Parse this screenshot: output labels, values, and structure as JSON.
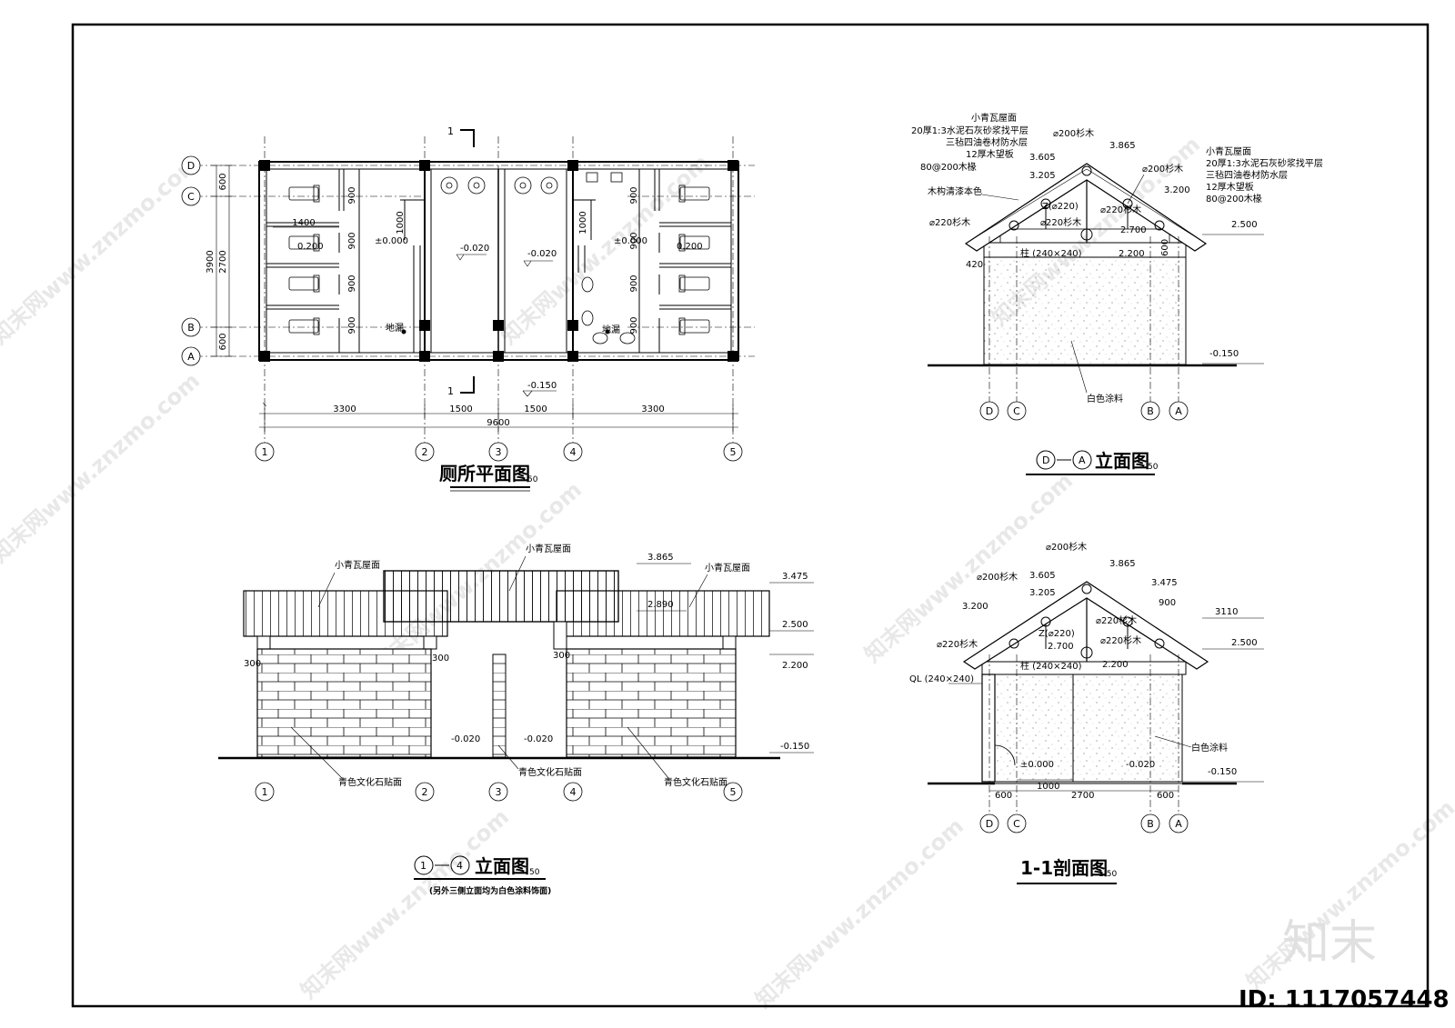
{
  "plan": {
    "title": "厕所平面图",
    "scale": "50",
    "grid_rows": [
      "D",
      "C",
      "B",
      "A"
    ],
    "grid_cols": [
      "1",
      "2",
      "3",
      "4",
      "5"
    ],
    "section_mark": "1",
    "dims_bottom": [
      "3300",
      "1500",
      "1500",
      "3300"
    ],
    "dim_total": "9600",
    "dims_left": [
      "600",
      "2700",
      "600"
    ],
    "dim_left_total": "3900",
    "dim_1400": "1400",
    "dims_stalls": [
      "900",
      "900",
      "900",
      "900"
    ],
    "dim_1000": "1000",
    "elev_0000": "±0.000",
    "elev_m020": "-0.020",
    "elev_0200": "0.200",
    "elev_m150": "-0.150",
    "drain": "地漏"
  },
  "da": {
    "title": "立面图",
    "from": "D",
    "to": "A",
    "scale": "50",
    "notes_top": [
      "小青瓦屋面",
      "20厚1:3水泥石灰砂浆找平层",
      "三毡四油卷材防水层",
      "12厚木望板",
      "80@200木椽"
    ],
    "notes_right": [
      "小青瓦屋面",
      "20厚1:3水泥石灰砂浆找平层",
      "三毡四油卷材防水层",
      "12厚木望板",
      "80@200木椽"
    ],
    "labels": {
      "fir200a": "⌀200杉木",
      "fir200b": "⌀200杉木",
      "fir220a": "⌀220杉木",
      "fir220b": "⌀220杉木",
      "fir220c": "⌀220杉木",
      "z": "Z(⌀220)",
      "wood": "木构清漆本色",
      "col": "柱 (240×240)",
      "white": "白色涂料"
    },
    "elevs": [
      "3.865",
      "3.605",
      "3.205",
      "3.200",
      "2.700",
      "2.500",
      "2.200",
      "-0.150"
    ],
    "dims": [
      "420",
      "600"
    ],
    "axes": [
      "D",
      "C",
      "B",
      "A"
    ]
  },
  "e14": {
    "title": "立面图",
    "from": "1",
    "to": "4",
    "scale": "50",
    "note": "(另外三侧立面均为白色涂料饰面)",
    "roof": "小青瓦屋面",
    "stone": "青色文化石贴面",
    "elevs": [
      "3.865",
      "3.475",
      "2.890",
      "2.500",
      "2.200",
      "-0.020",
      "-0.020",
      "-0.150"
    ],
    "dims": [
      "300",
      "300",
      "300"
    ],
    "axes": [
      "1",
      "2",
      "3",
      "4",
      "5"
    ]
  },
  "sec": {
    "title": "1-1剖面图",
    "scale": "1:50",
    "labels": {
      "fir200a": "⌀200杉木",
      "fir200b": "⌀200杉木",
      "fir220a": "⌀220杉木",
      "fir220b": "⌀220杉木",
      "fir220c": "⌀220杉木",
      "z": "Z(⌀220)",
      "col": "柱 (240×240)",
      "ql": "QL (240×240)",
      "white": "白色涂料"
    },
    "elevs": [
      "3.865",
      "3.605",
      "3.475",
      "3.205",
      "3.200",
      "3110",
      "2.700",
      "2.500",
      "2.200",
      "±0.000",
      "-0.020",
      "-0.150"
    ],
    "dims": [
      "900",
      "600",
      "1000",
      "2700",
      "600"
    ],
    "axes": [
      "D",
      "C",
      "B",
      "A"
    ]
  },
  "watermark": {
    "text": "知末网www.znzmo.com",
    "logo": "知末",
    "id": "ID: 1117057448"
  }
}
